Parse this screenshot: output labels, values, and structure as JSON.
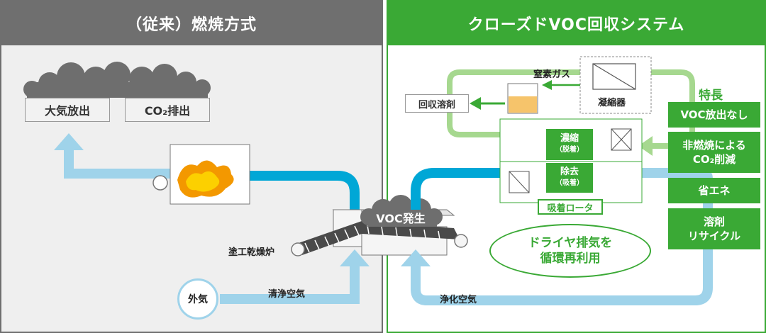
{
  "left_panel": {
    "title": "（従来）燃焼方式",
    "outputs": [
      "大気放出",
      "CO₂排出"
    ],
    "oven_label": "塗工乾燥炉",
    "outside_air": "外気",
    "clean_air": "清浄空気"
  },
  "voc_cloud": "VOC発生",
  "right_panel": {
    "title": "クローズドVOC回収システム",
    "nitrogen_gas": "窒素ガス",
    "condenser": "凝縮器",
    "recovered_solvent": "回収溶剤",
    "concentrate": "濃縮",
    "desorb": "（脱着）",
    "remove": "除去",
    "adsorb": "（吸着）",
    "rotor": "吸着ロータ",
    "dryer_exhaust": [
      "ドライヤ排気を",
      "循環再利用"
    ],
    "purified_air": "浄化空気"
  },
  "features": {
    "title": "特長",
    "items": [
      [
        "VOC放出なし"
      ],
      [
        "非燃焼による",
        "CO₂削減"
      ],
      [
        "省エネ"
      ],
      [
        "溶剤",
        "リサイクル"
      ]
    ]
  },
  "colors": {
    "gray": "#6f6f6f",
    "green": "#3aa935",
    "light_green": "#a6d88f",
    "blue": "#00a7d6",
    "light_blue": "#9fd3ea",
    "flame": "#f39800"
  }
}
